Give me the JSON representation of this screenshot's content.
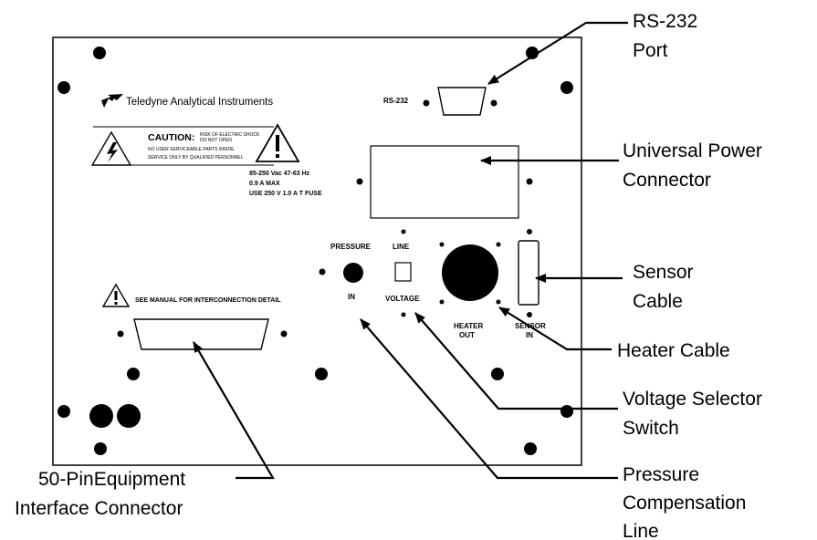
{
  "panel": {
    "brand": "Teledyne Analytical Instruments",
    "caution": {
      "title": "CAUTION:",
      "line1": "RISK OF ELECTRIC SHOCK",
      "line2": "DO NOT OPEN",
      "line3": "NO USER SERVICEABLE PARTS INSIDE",
      "line4": "SERVICE ONLY BY QUALIFIED PERSONNEL"
    },
    "power_rating": {
      "line1": "85-250 Vac   47-63 Hz",
      "line2": "0.9 A MAX",
      "line3": "USE 250 V 1.0 A T FUSE"
    },
    "rs232_label": "RS-232",
    "pressure_label": "PRESSURE",
    "in_label": "IN",
    "line_label": "LINE",
    "voltage_label": "VOLTAGE",
    "heater_out_line1": "HEATER",
    "heater_out_line2": "OUT",
    "sensor_in_line1": "SENSOR",
    "sensor_in_line2": "IN",
    "manual_note": "SEE MANUAL FOR INTERCONNECTION DETAIL"
  },
  "callouts": {
    "rs232": {
      "line1": "RS-232",
      "line2": "Port"
    },
    "power": {
      "line1": "Universal Power",
      "line2": "Connector"
    },
    "sensor": {
      "line1": "Sensor",
      "line2": "Cable"
    },
    "heater": {
      "line1": "Heater Cable"
    },
    "voltage": {
      "line1": "Voltage Selector",
      "line2": "Switch"
    },
    "pressure": {
      "line1": "Pressure",
      "line2": "Compensation",
      "line3": "Line"
    },
    "pin50": {
      "line1": "50-PinEquipment",
      "line2": "Interface Connector"
    }
  }
}
